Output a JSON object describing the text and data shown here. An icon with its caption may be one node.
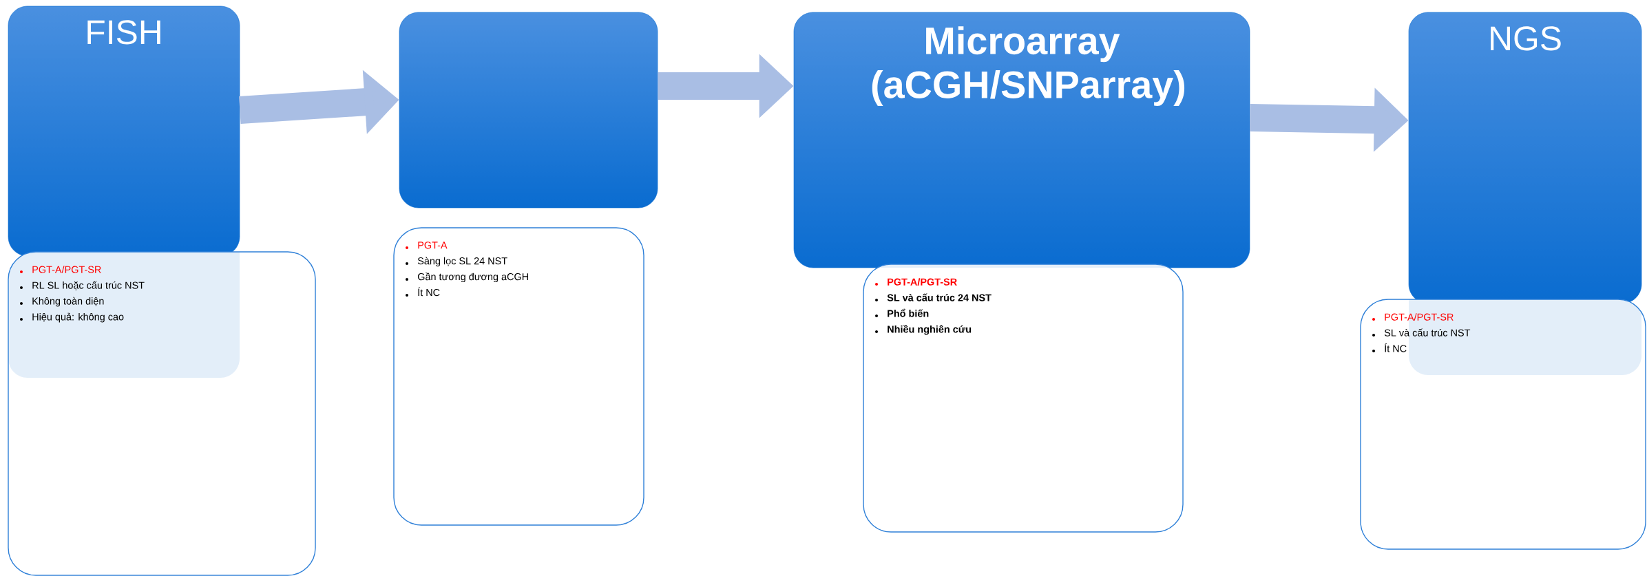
{
  "diagram": {
    "nodes": [
      {
        "text": [
          "FISH"
        ]
      },
      {
        "text": [
          "PGT-A/PGT-SR",
          "RL SL hoặc cấu trúc NST",
          "Không toàn diện",
          "Hiệu quả: không cao"
        ]
      },
      {
        "text": [],
        "shape": "box"
      },
      {
        "text": [
          "PGT-A",
          "Sàng lọc SL 24 NST",
          "Gần tương đương aCGH",
          "Ít NC"
        ]
      },
      {
        "text": [
          "Microarray (aCGH/SNParray)"
        ]
      },
      {
        "text": [
          "PGT-A/PGT-SR",
          "SL và cấu trúc 24 NST",
          "Phổ biến",
          "Nhiều nghiên cứu"
        ]
      },
      {
        "text": [
          "NGS"
        ]
      },
      {
        "text": [
          "PGT-A/PGT-SR",
          "SL và cấu trúc NST",
          "Ít NC"
        ]
      }
    ],
    "edges": [
      {
        "from": 0,
        "to": 2,
        "arrow": "to"
      },
      {
        "from": 2,
        "to": 4,
        "arrow": "to"
      },
      {
        "from": 4,
        "to": 6,
        "arrow": "to"
      }
    ]
  }
}
